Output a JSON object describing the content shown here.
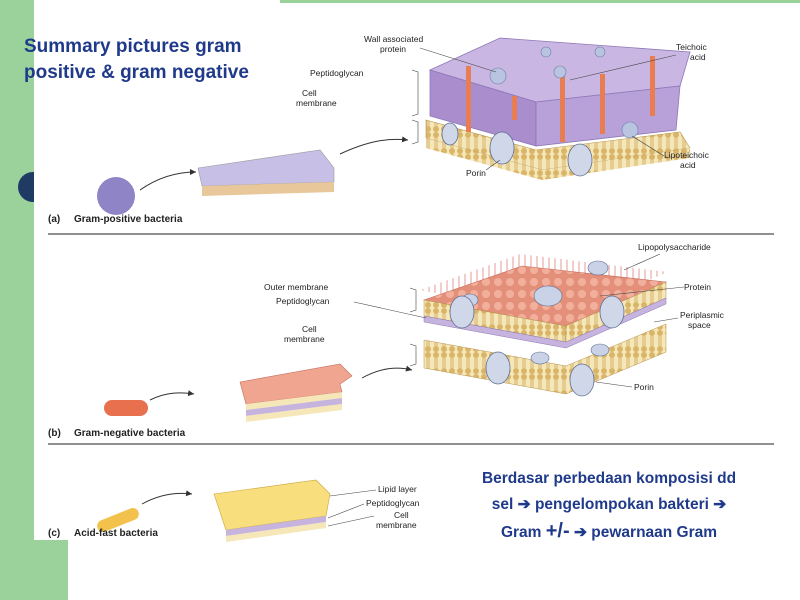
{
  "slide": {
    "title_line1": "Summary pictures gram",
    "title_line2": "positive & gram negative",
    "summary_line1": "Berdasar perbedaan komposisi dd",
    "summary_line2a": "sel",
    "summary_line2b": "pengelompokan bakteri",
    "summary_line3a": "Gram",
    "summary_line3b": "+/-",
    "summary_line3c": "pewarnaan Gram",
    "arrow_glyph": "➔"
  },
  "panels": {
    "a": {
      "caption_letter": "(a)",
      "caption": "Gram-positive bacteria",
      "labels": {
        "wall_protein_1": "Wall associated",
        "wall_protein_2": "protein",
        "teichoic_1": "Teichoic",
        "teichoic_2": "acid",
        "peptidoglycan": "Peptidoglycan",
        "cell_1": "Cell",
        "cell_2": "membrane",
        "lipo_1": "Lipoteichoic",
        "lipo_2": "acid",
        "porin": "Porin"
      }
    },
    "b": {
      "caption_letter": "(b)",
      "caption": "Gram-negative bacteria",
      "labels": {
        "lps": "Lipopolysaccharide",
        "outer": "Outer membrane",
        "peptidoglycan": "Peptidoglycan",
        "cell_1": "Cell",
        "cell_2": "membrane",
        "protein": "Protein",
        "peri_1": "Periplasmic",
        "peri_2": "space",
        "porin": "Porin"
      }
    },
    "c": {
      "caption_letter": "(c)",
      "caption": "Acid-fast bacteria",
      "labels": {
        "lipid": "Lipid layer",
        "peptidoglycan": "Peptidoglycan",
        "cell_1": "Cell",
        "cell_2": "membrane"
      }
    }
  },
  "colors": {
    "side_bar": "#9bd19b",
    "title_text": "#1f3a8a",
    "bullet": "#1f3a63"
  }
}
